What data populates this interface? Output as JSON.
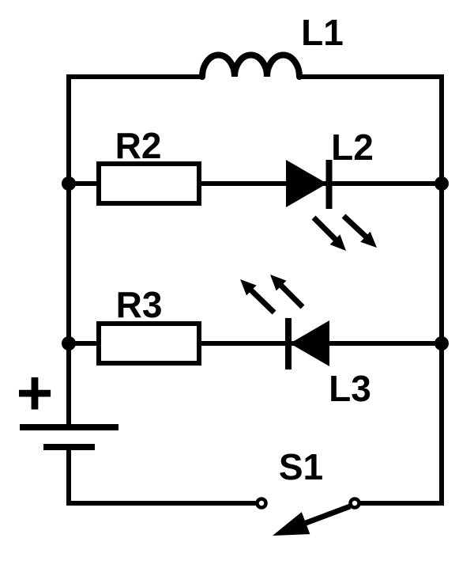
{
  "diagram": {
    "kind": "circuit-schematic",
    "background_color": "#ffffff",
    "line_color": "#000000",
    "components": {
      "inductor_l1": {
        "type": "inductor",
        "label": "L1"
      },
      "resistor_r2": {
        "type": "resistor",
        "label": "R2"
      },
      "led_l2": {
        "type": "led",
        "label": "L2",
        "orientation": "pointing-right",
        "light_arrows": "down-right"
      },
      "resistor_r3": {
        "type": "resistor",
        "label": "R3"
      },
      "led_l3": {
        "type": "led",
        "label": "L3",
        "orientation": "pointing-left",
        "light_arrows": "up-left"
      },
      "battery": {
        "type": "battery",
        "polarity_label": "+"
      },
      "switch_s1": {
        "type": "switch",
        "label": "S1",
        "state": "open"
      }
    }
  }
}
